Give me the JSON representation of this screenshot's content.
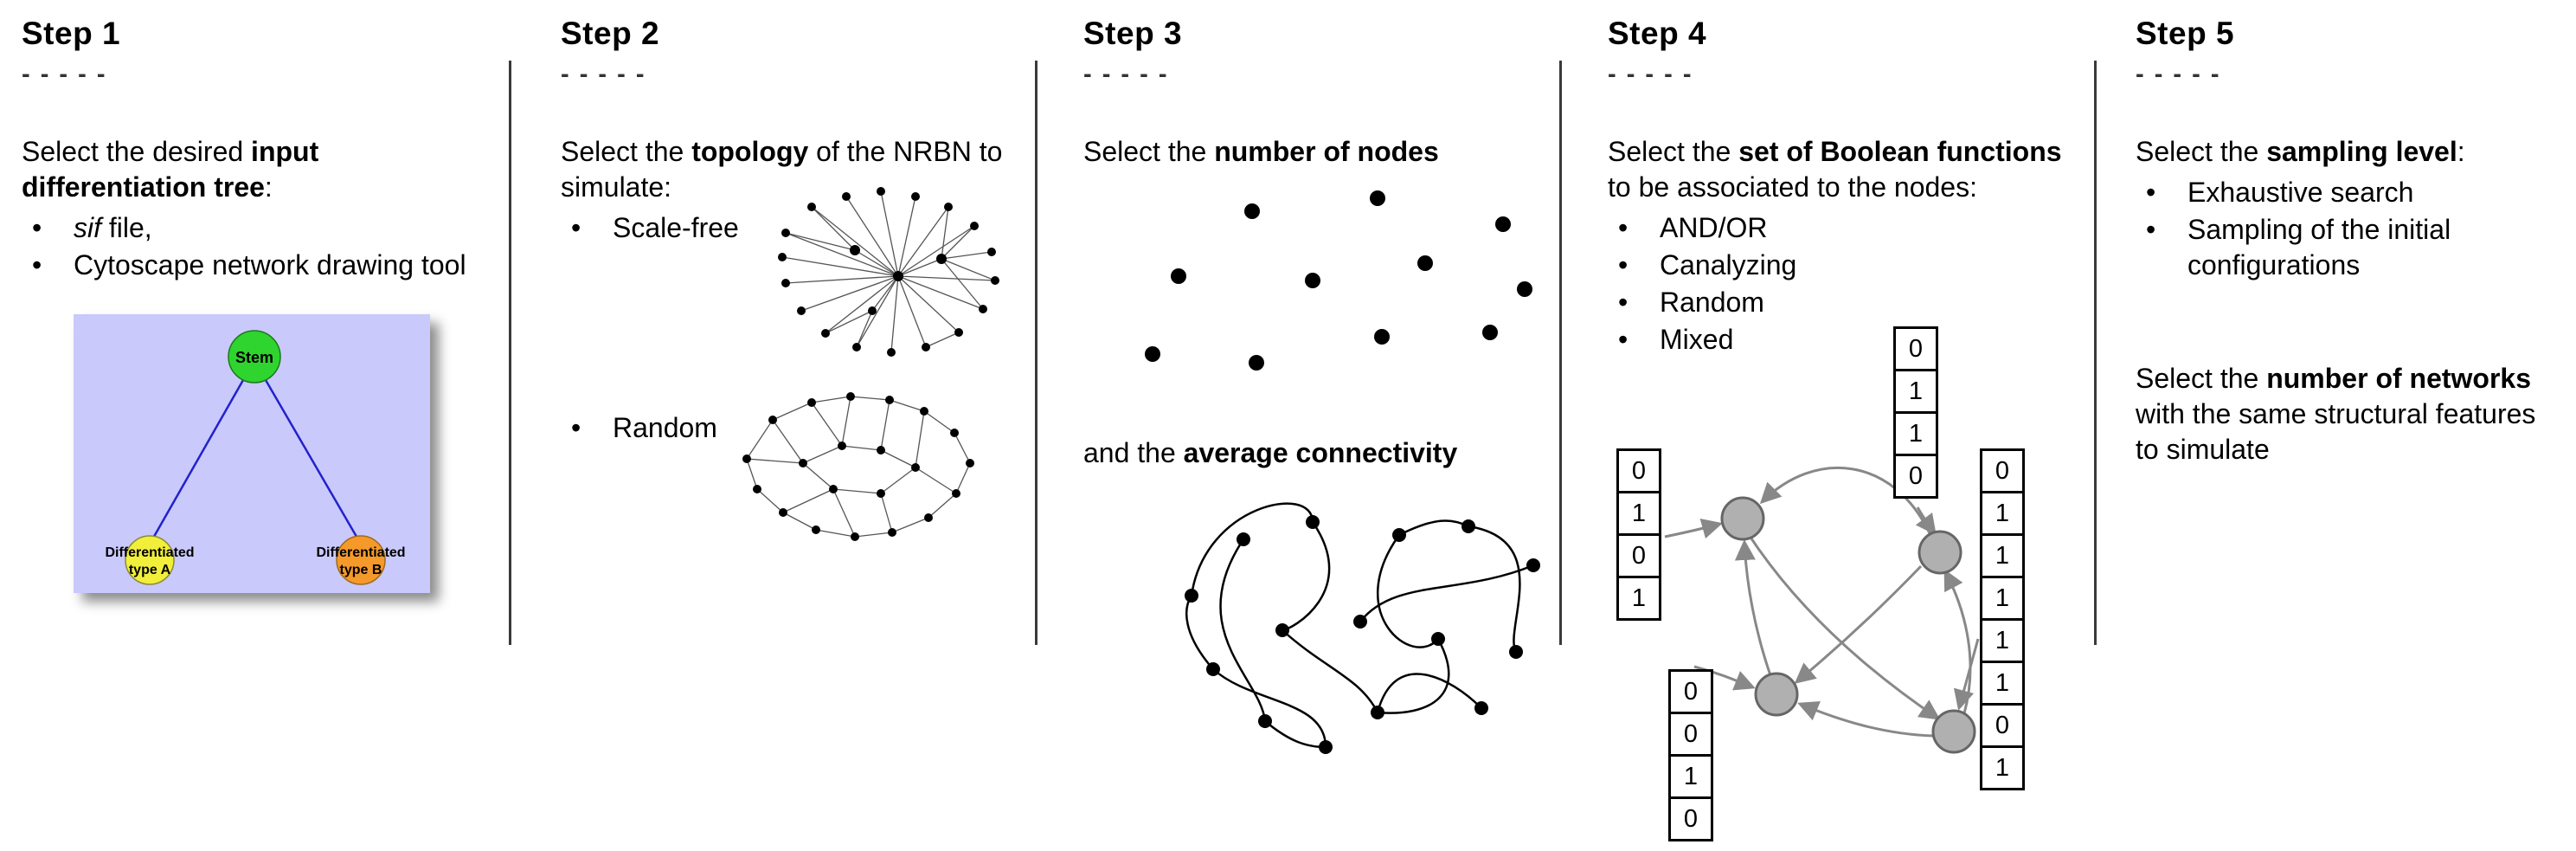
{
  "glyphs": {
    "bullet": "•"
  },
  "colors": {
    "tree_bg": "#c9c9fb",
    "stem_node": "#2fd42f",
    "type_a_node": "#f2ef3a",
    "type_b_node": "#f59a2a",
    "tree_edge": "#2222cc",
    "graph_node": "#b0b0b0",
    "graph_edge": "#888888"
  },
  "steps": [
    {
      "title": "Step 1",
      "dashes": "- - - - -",
      "intro_pre": "Select the desired ",
      "intro_bold": "input differentiation tree",
      "intro_post": ":",
      "bullet1_italic": "sif",
      "bullet1_rest": " file,",
      "bullet2": "Cytoscape network drawing tool",
      "tree": {
        "root": "Stem",
        "left_line1": "Differentiated",
        "left_line2": "type A",
        "right_line1": "Differentiated",
        "right_line2": "type B"
      }
    },
    {
      "title": "Step 2",
      "dashes": "- - - - -",
      "intro_pre": "Select the ",
      "intro_bold": "topology",
      "intro_post": " of the NRBN to simulate:",
      "bullet1": "Scale-free",
      "bullet2": "Random"
    },
    {
      "title": "Step 3",
      "dashes": "- - - - -",
      "line1_pre": "Select the ",
      "line1_bold": "number of nodes",
      "line2_pre": "and the ",
      "line2_bold": "average connectivity"
    },
    {
      "title": "Step 4",
      "dashes": "- - - - -",
      "intro_pre": "Select the ",
      "intro_bold": "set of Boolean functions",
      "intro_post": " to be associated to the nodes:",
      "bullets": [
        "AND/OR",
        "Canalyzing",
        "Random",
        "Mixed"
      ],
      "tables": {
        "top": [
          "0",
          "1",
          "1",
          "0"
        ],
        "left": [
          "0",
          "1",
          "0",
          "1"
        ],
        "bottom_left": [
          "0",
          "0",
          "1",
          "0"
        ],
        "right": [
          "0",
          "1",
          "1",
          "1",
          "1",
          "1",
          "0",
          "1"
        ]
      }
    },
    {
      "title": "Step 5",
      "dashes": "- - - - -",
      "intro_pre": "Select the ",
      "intro_bold": "sampling level",
      "intro_post": ":",
      "bullets": [
        "Exhaustive search",
        "Sampling of the initial configurations"
      ],
      "second_pre": "Select the ",
      "second_bold": "number of networks",
      "second_post": " with the same structural features to simulate"
    }
  ]
}
